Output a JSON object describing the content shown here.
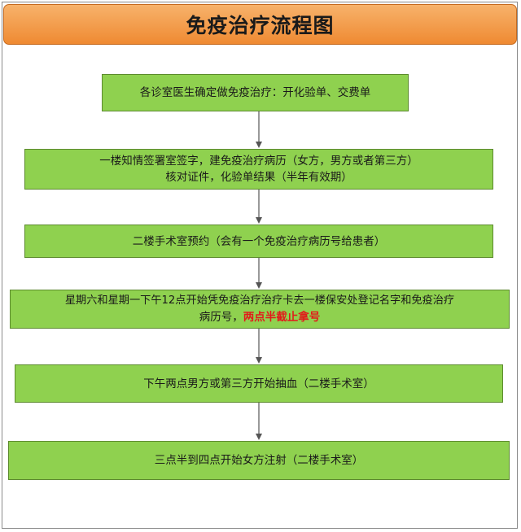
{
  "title": "免疫治疗流程图",
  "steps": [
    {
      "text": "各诊室医生确定做免疫治疗：开化验单、交费单"
    },
    {
      "line1": "一楼知情签署室签字，建免疫治疗病历（女方，男方或者第三方）",
      "line2": "核对证件，化验单结果（半年有效期）"
    },
    {
      "text": "二楼手术室预约（会有一个免疫治疗病历号给患者）"
    },
    {
      "line1": "星期六和星期一下午12点开始凭免疫治疗治疗卡去一楼保安处登记名字和免疫治疗",
      "line2_prefix": "病历号，",
      "line2_highlight": "两点半截止拿号"
    },
    {
      "text": "下午两点男方或第三方开始抽血（二楼手术室）"
    },
    {
      "text": "三点半到四点开始女方注射（二楼手术室）"
    }
  ],
  "colors": {
    "title_bar": "#f0923c",
    "step_fill": "#8fd14f",
    "step_border": "#5c8a2e",
    "highlight": "#e21b1b",
    "connector": "#555555"
  }
}
